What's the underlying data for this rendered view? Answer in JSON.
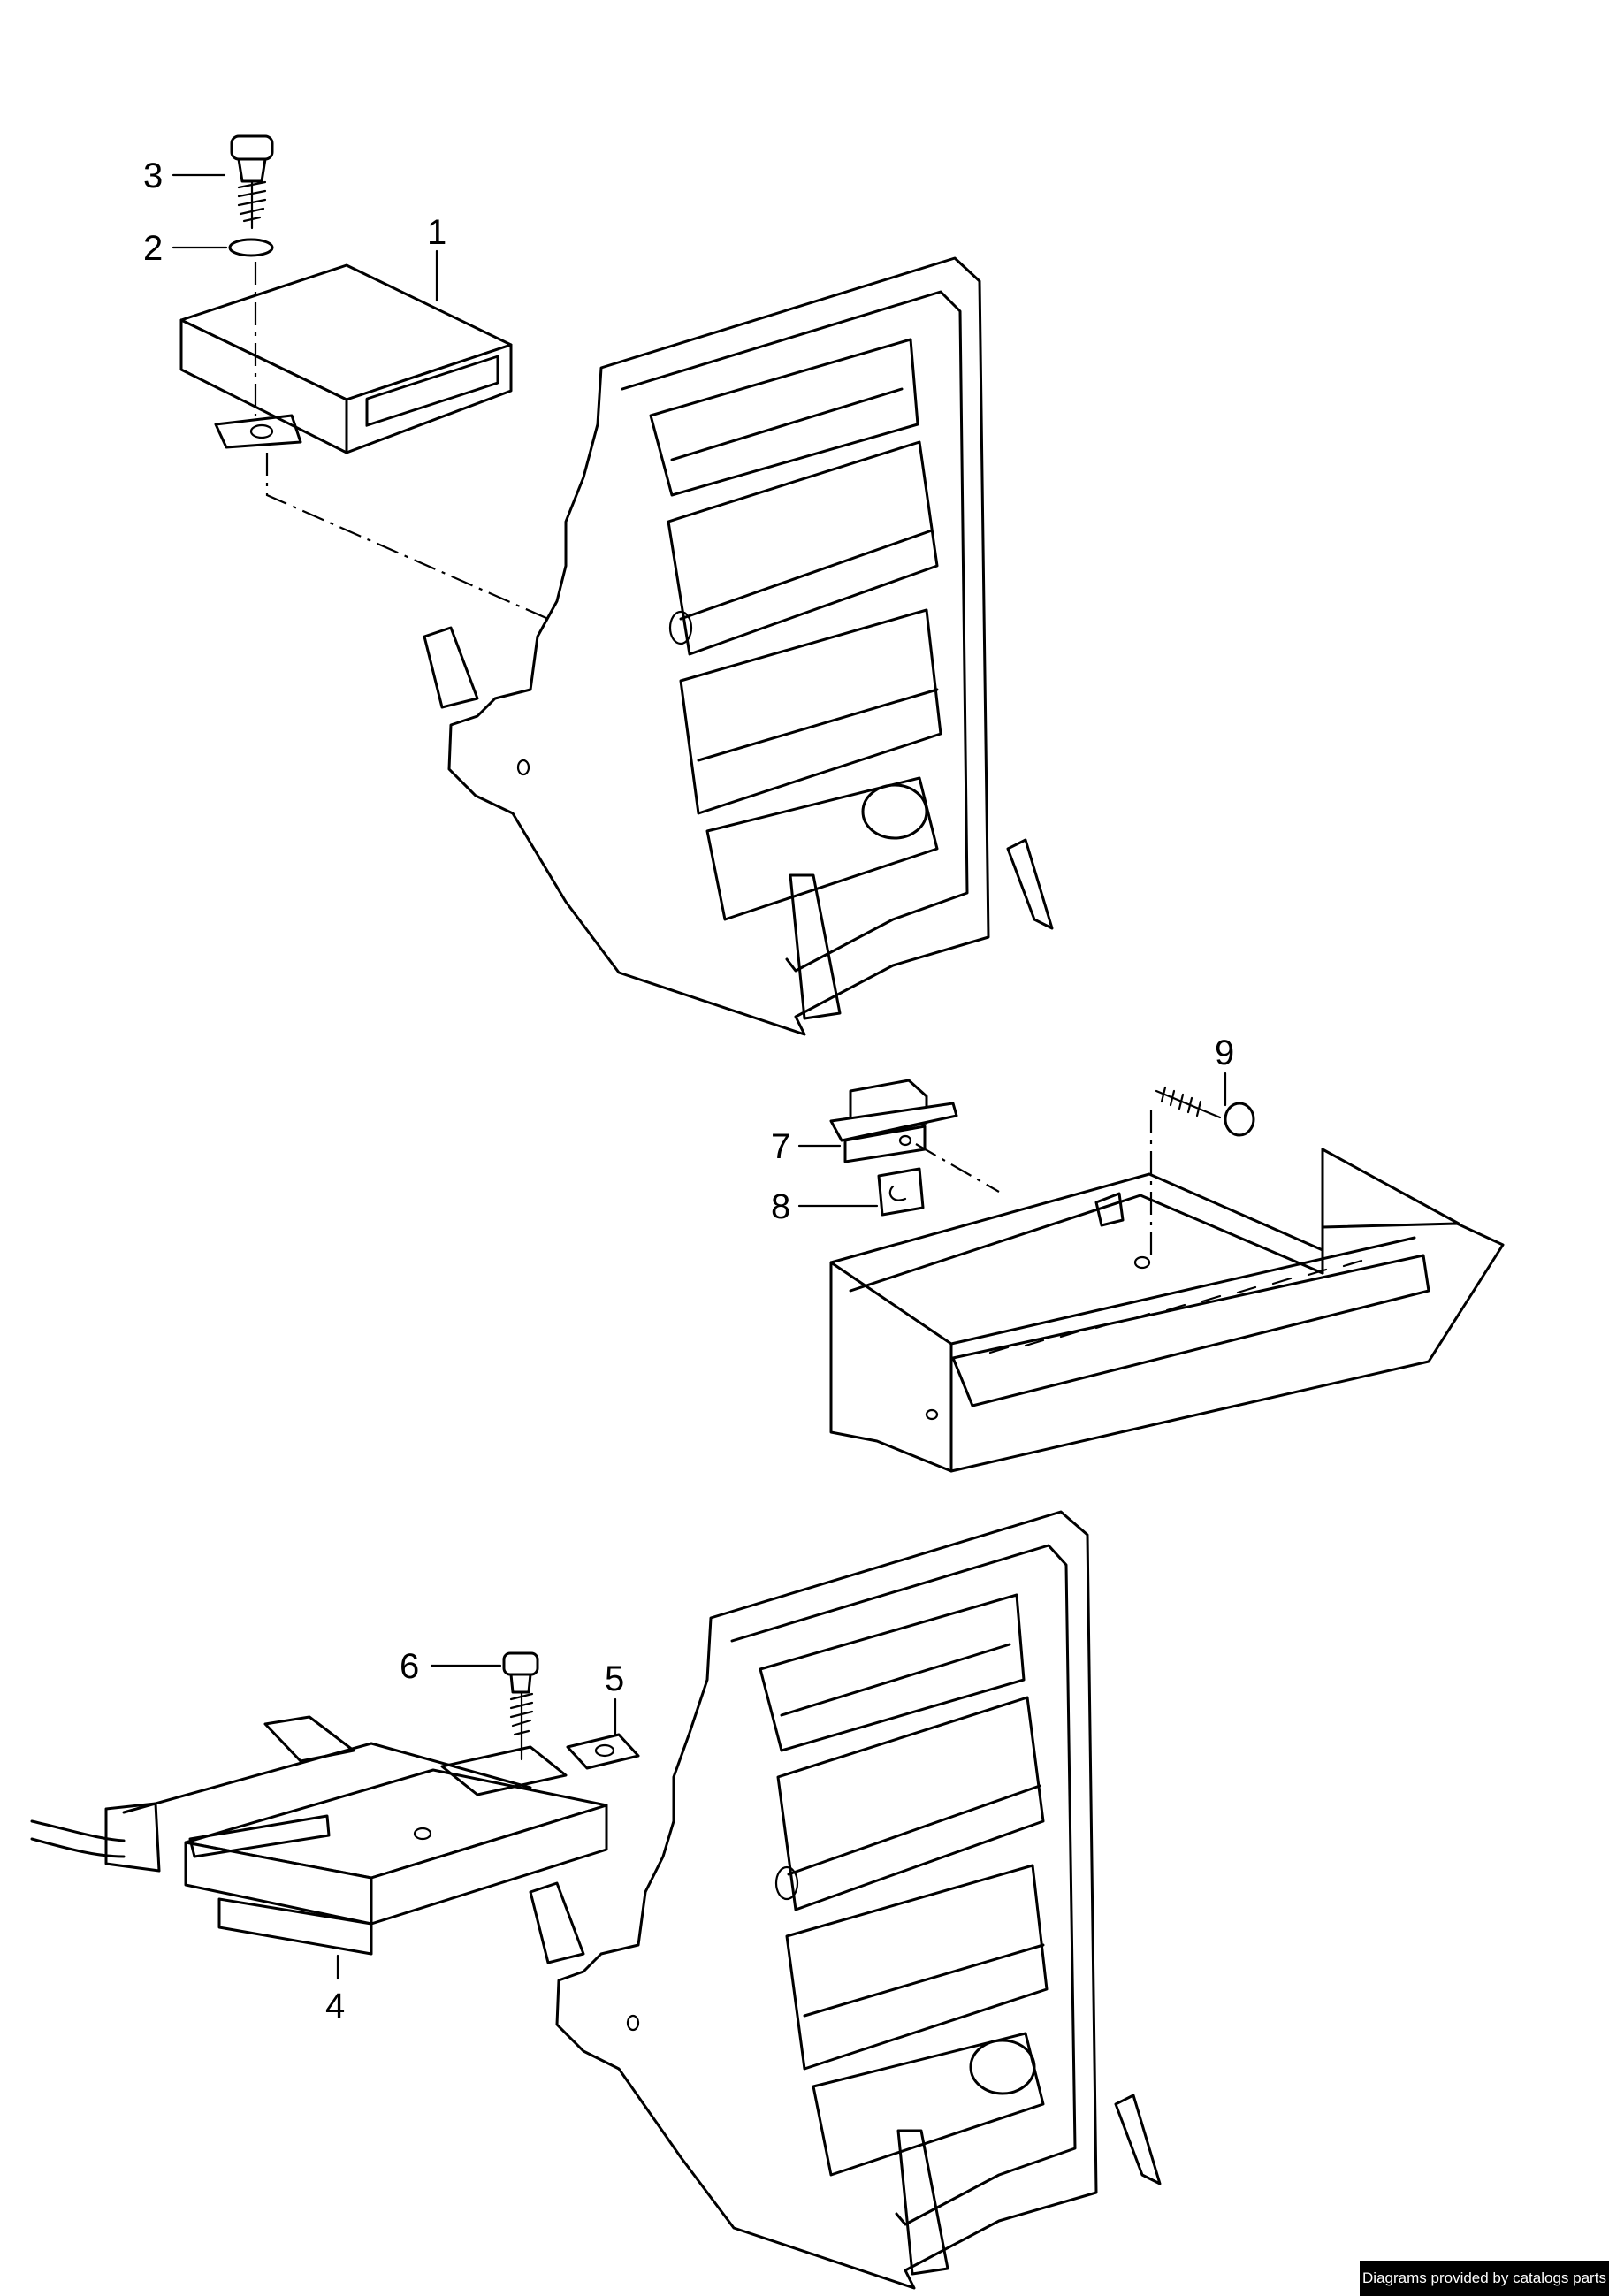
{
  "callouts": [
    {
      "id": "1",
      "label": "1"
    },
    {
      "id": "2",
      "label": "2"
    },
    {
      "id": "3",
      "label": "3"
    },
    {
      "id": "4",
      "label": "4"
    },
    {
      "id": "5",
      "label": "5"
    },
    {
      "id": "6",
      "label": "6"
    },
    {
      "id": "7",
      "label": "7"
    },
    {
      "id": "8",
      "label": "8"
    },
    {
      "id": "9",
      "label": "9"
    }
  ],
  "footer": {
    "credit": "Diagrams provided by catalogs parts"
  }
}
